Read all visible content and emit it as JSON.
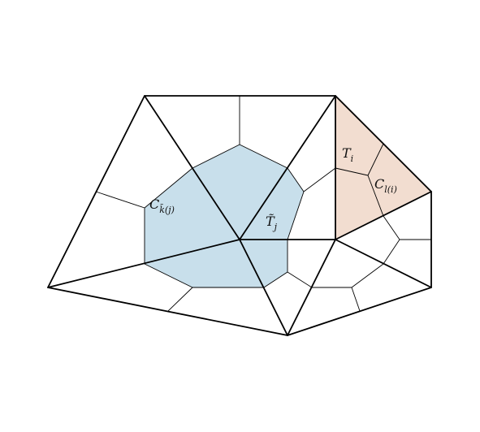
{
  "colors": {
    "control_volume_fill": "#c8dfeb",
    "triangle_fill": "#f2ddd0",
    "edge": "#000000"
  },
  "labels": {
    "control_volume": {
      "base": "C",
      "sub": "k̄(j)"
    },
    "dual_triangle": {
      "base": "T̃",
      "sub": "j"
    },
    "primal_triangle": {
      "base": "T",
      "sub": "i"
    },
    "subcell": {
      "base": "C",
      "sub": "l(i)"
    }
  }
}
